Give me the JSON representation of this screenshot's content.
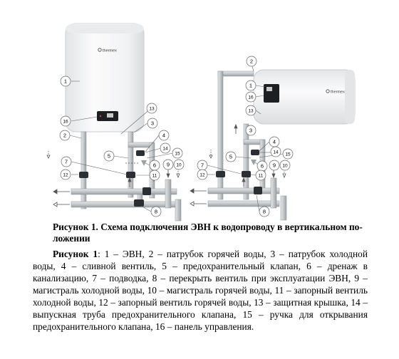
{
  "brand": "thermex",
  "caption": "Рисунок 1. Схема подключения ЭВН к водопроводу в вертикальном по-ложении",
  "legend": {
    "lead": "Рисунок 1",
    "text": ":  1 – ЭВН,   2 – патрубок горячей воды,   3 – патрубок холодной воды,   4 – сливной вентиль,   5 – предохранительный клапан,  6 – дренаж в канализацию,  7 – подводка,  8 – перекрыть вентиль при эксплуатации ЭВН,  9 – магистраль холодной воды,  10 – магистраль горячей воды,  11 – запорный вентиль холодной воды,  12 – запорный вентиль горячей воды,  13 – защитная крышка,  14 – выпускная труба предохранительного клапана,  15 – ручка для открывания предохранительного клапана,  16 – панель управления."
  },
  "left_diagram": {
    "labels": [
      "1",
      "2",
      "3",
      "4",
      "5",
      "6",
      "7",
      "8",
      "9",
      "10",
      "11",
      "12",
      "13",
      "14",
      "15",
      "16"
    ]
  },
  "right_diagram": {
    "labels": [
      "1",
      "2",
      "3",
      "4",
      "5",
      "6",
      "7",
      "8",
      "9",
      "10",
      "11",
      "12",
      "13",
      "14",
      "15",
      "16"
    ]
  },
  "colors": {
    "pipe": "#cfd3d6",
    "pipe_edge": "#8d9296",
    "heater": "#f4f5f6",
    "panel": "#1e1f22",
    "valve": "#2b2e33"
  }
}
